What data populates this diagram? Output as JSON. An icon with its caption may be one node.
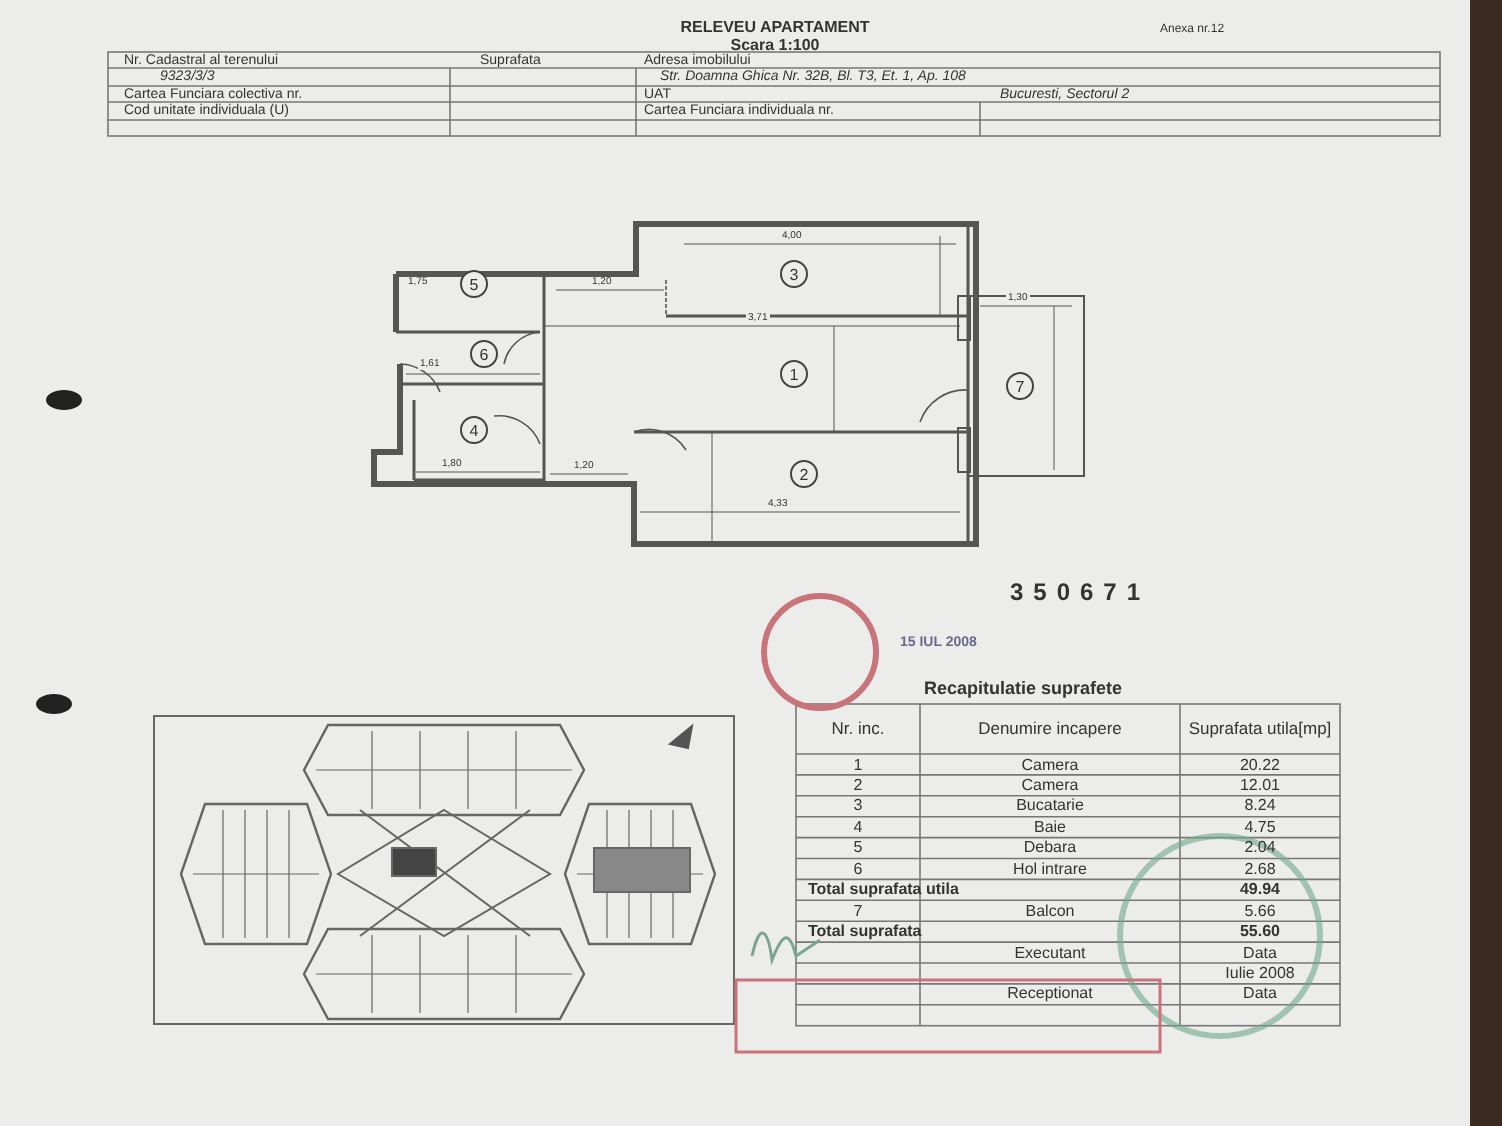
{
  "diagram": {
    "title": "RELEVEU APARTAMENT",
    "nodes": [
      {
        "text": [
          "3"
        ]
      },
      {
        "text": [
          "5"
        ]
      },
      {
        "text": [
          "6"
        ]
      },
      {
        "text": [
          "1"
        ]
      },
      {
        "text": [
          "7"
        ]
      },
      {
        "text": [
          "4"
        ]
      },
      {
        "text": [
          "2"
        ]
      }
    ],
    "labels": [
      "Scara 1:100",
      "Anexa nr.12",
      "Nr. Cadastral al terenului",
      "Suprafata",
      "Adresa imobilului",
      "9323/3/3",
      "Str. Doamna Ghica Nr. 32B, Bl. T3, Et. 1, Ap. 108",
      "Cartea Funciara colectiva nr.",
      "UAT",
      "Bucuresti, Sectorul 2",
      "Cod unitate individuala (U)",
      "Cartea Funciara individuala nr.",
      "4,00",
      "1,75",
      "1,20",
      "3,71",
      "1,61",
      "1,80",
      "1,20",
      "4,33",
      "1,30",
      "350671",
      "15 IUL 2008",
      "Recapitulatie suprafete",
      "Nr. inc.",
      "Denumire incapere",
      "Suprafata utila[mp]",
      "1",
      "Camera",
      "20.22",
      "2",
      "Camera",
      "12.01",
      "3",
      "Bucatarie",
      "8.24",
      "4",
      "Baie",
      "4.75",
      "5",
      "Debara",
      "2.04",
      "6",
      "Hol intrare",
      "2.68",
      "Total suprafata utila",
      "49.94",
      "7",
      "Balcon",
      "5.66",
      "Total suprafata",
      "55.60",
      "Executant",
      "Data",
      "Iulie 2008",
      "Receptionat",
      "Data"
    ]
  }
}
